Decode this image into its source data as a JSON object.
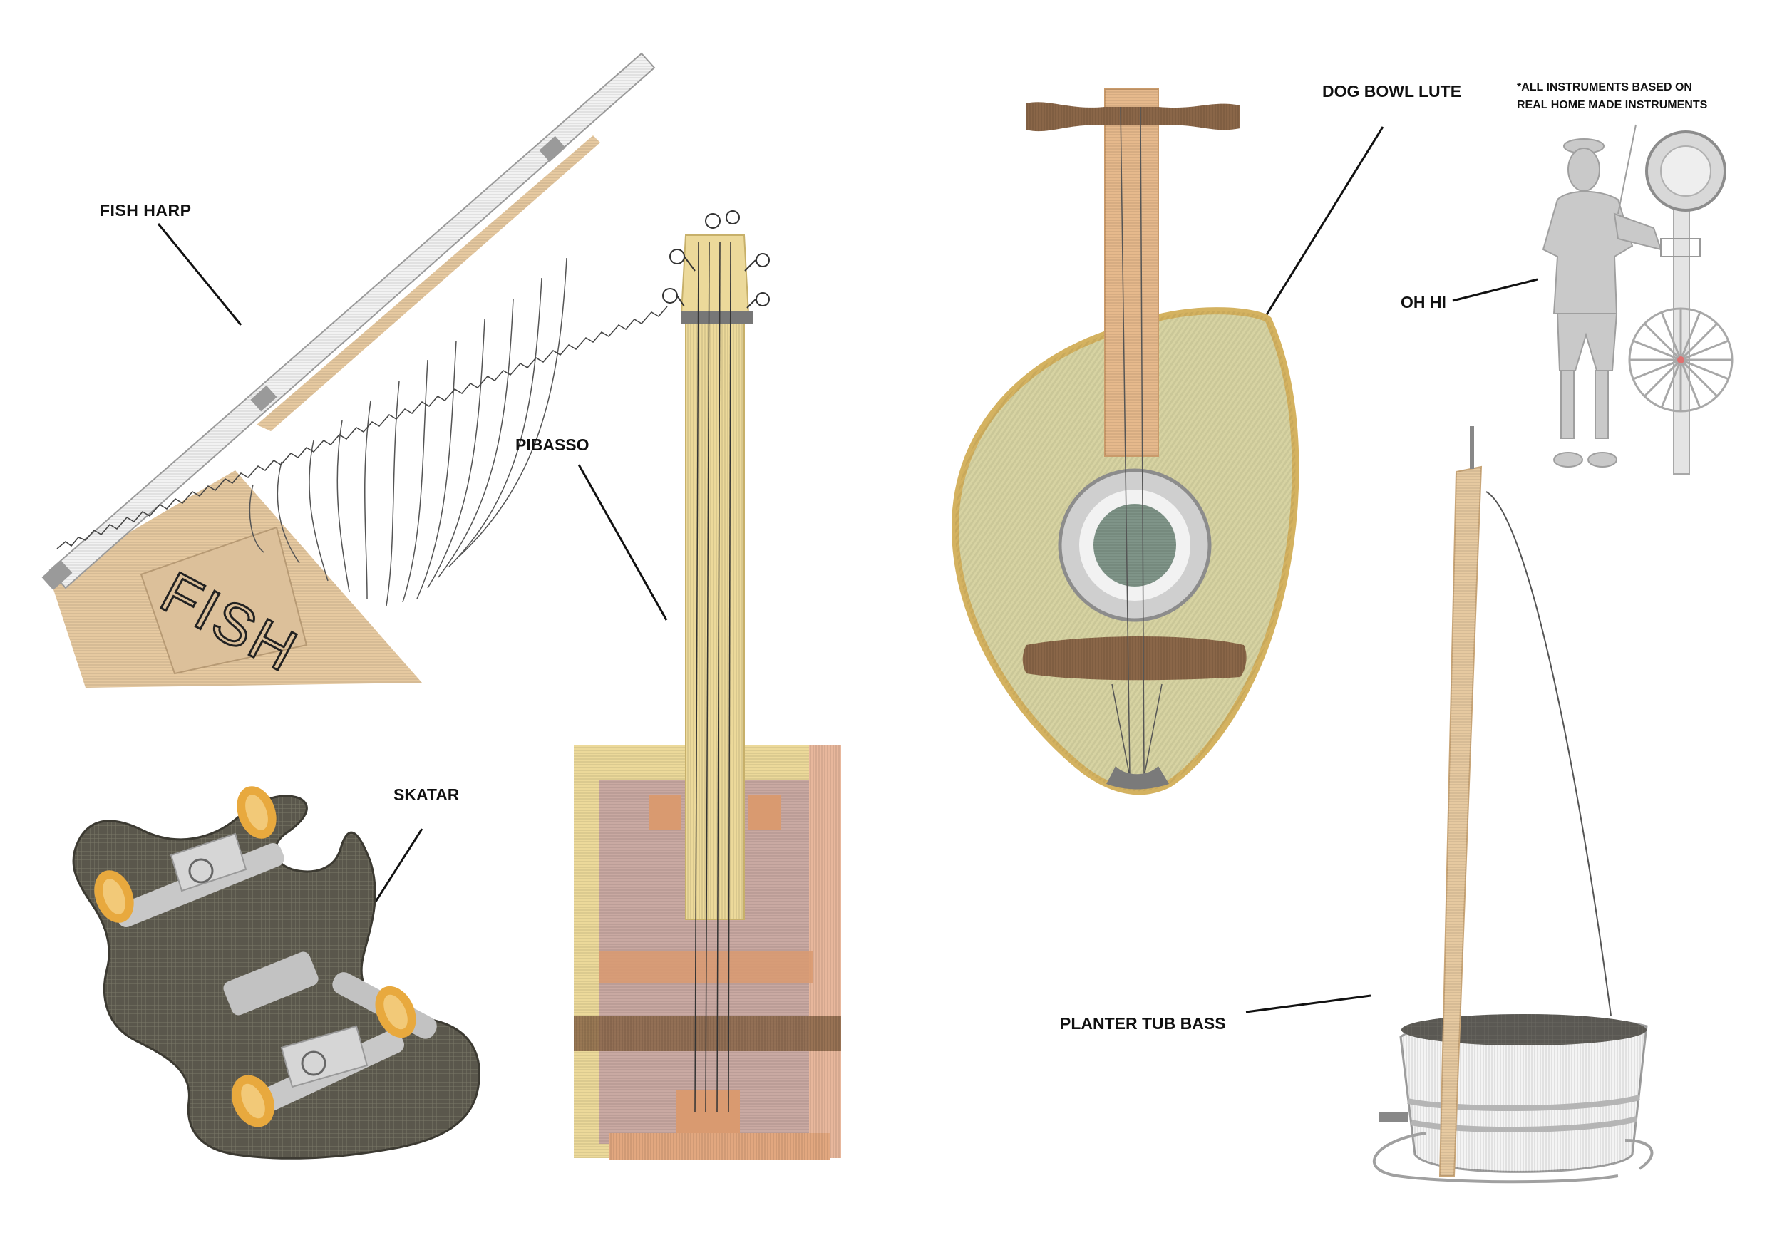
{
  "labels": {
    "fish_harp": "FISH HARP",
    "pibasso": "PIBASSO",
    "skatar": "SKATAR",
    "dog_bowl_lute": "DOG BOWL LUTE",
    "oh_hi": "OH HI",
    "planter_tub_bass": "PLANTER TUB BASS"
  },
  "note": {
    "line1": "*ALL INSTRUMENTS BASED ON",
    "line2": "REAL HOME MADE INSTRUMENTS"
  },
  "fish_sign": "FISH",
  "colors": {
    "background": "#ffffff",
    "wood": "#e6c9a0",
    "neck_yellow": "#ecd99a",
    "body_pink": "#c9a9a2",
    "copper": "#d99a70",
    "lute_green": "#d7d3a2",
    "lute_rim": "#d4b260",
    "brown": "#8a6648",
    "skatar_body": "#5a574c",
    "truck_grey": "#c8c8c8",
    "wheel_orange": "#e8a93e",
    "figure_grey": "#c9c9c9",
    "tub_grey": "#9e9e9e"
  }
}
